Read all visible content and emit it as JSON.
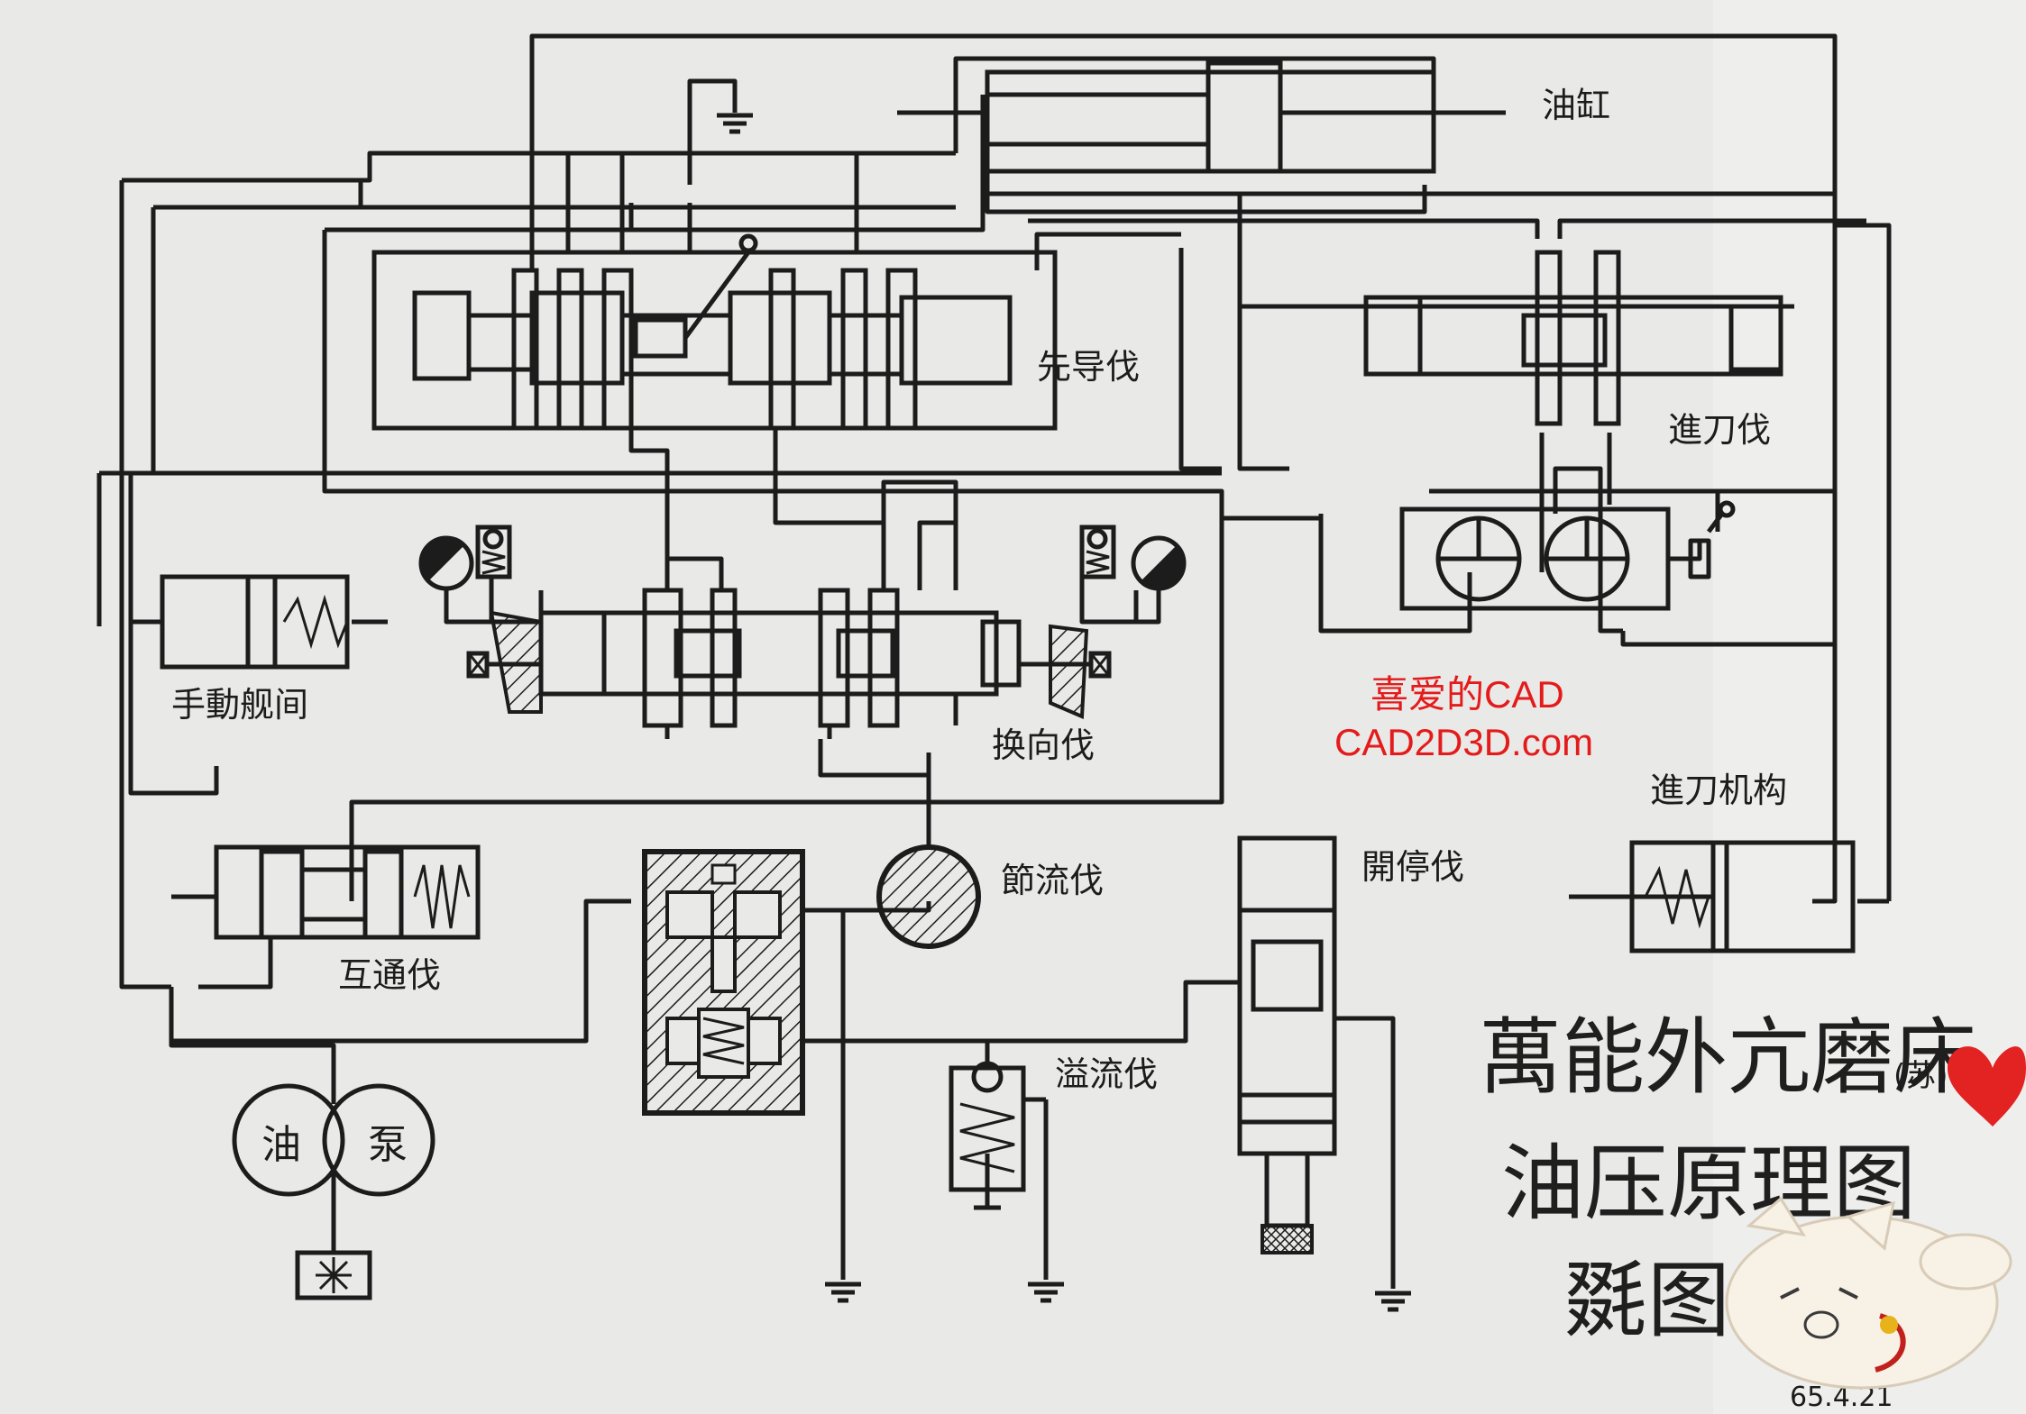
{
  "labels": {
    "cylinder": "油缸",
    "pilot_valve": "先导伐",
    "feed_valve": "進刀伐",
    "manual_valve": "手動舰间",
    "reversing_valve": "换向伐",
    "throttle_valve": "節流伐",
    "stop_valve": "開停伐",
    "feed_mechanism": "進刀机构",
    "two_way_valve": "互通伐",
    "relief_valve": "溢流伐",
    "pump_left": "油",
    "pump_right": "泵"
  },
  "title": {
    "line1": "萬能外亢磨床",
    "line1_note": "(苏)",
    "line2": "油压原理图",
    "line3": "毲图"
  },
  "date": "65.4.21",
  "watermark": {
    "line1": "喜爱的CAD",
    "line2": "CAD2D3D.com"
  },
  "colors": {
    "ink": "#1c1c1c",
    "paper": "#e9e9e7",
    "watermark": "#e41b1b"
  }
}
